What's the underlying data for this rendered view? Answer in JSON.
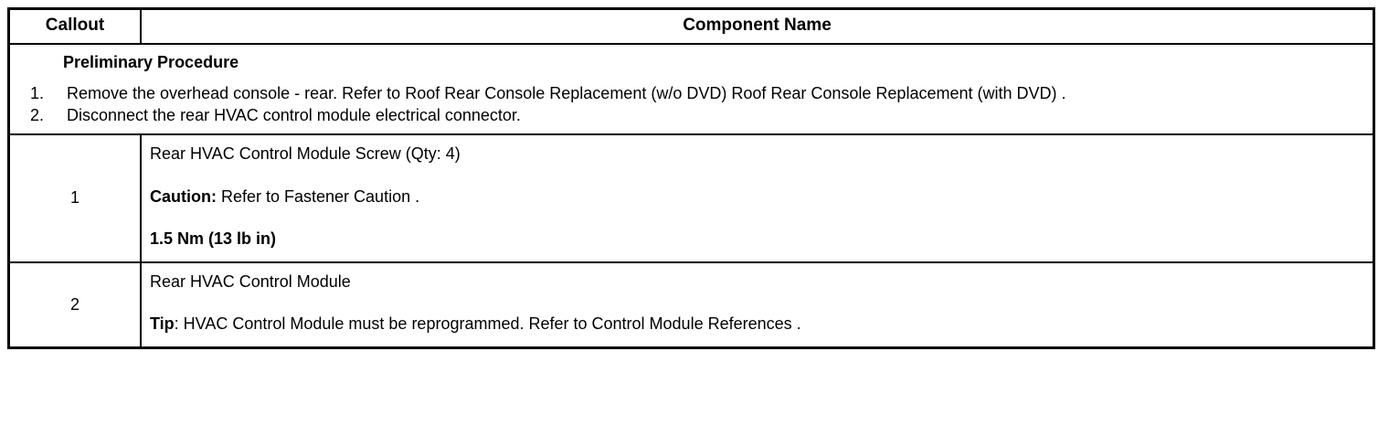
{
  "table": {
    "headers": {
      "callout": "Callout",
      "component_name": "Component Name"
    },
    "preliminary": {
      "title": "Preliminary Procedure",
      "steps": [
        {
          "number": "1.",
          "text": "Remove the overhead console - rear. Refer to Roof Rear Console Replacement (w/o DVD) Roof Rear Console Replacement (with DVD) ."
        },
        {
          "number": "2.",
          "text": "Disconnect the rear HVAC control module electrical connector."
        }
      ]
    },
    "rows": [
      {
        "callout": "1",
        "name": "Rear HVAC Control Module Screw (Qty: 4)",
        "note_label": "Caution:",
        "note_text": " Refer to Fastener Caution .",
        "torque": "1.5 Nm (13 lb in)"
      },
      {
        "callout": "2",
        "name": "Rear HVAC Control Module",
        "note_label": "Tip",
        "note_text": ": HVAC Control Module must be reprogrammed. Refer to Control Module References ."
      }
    ]
  }
}
